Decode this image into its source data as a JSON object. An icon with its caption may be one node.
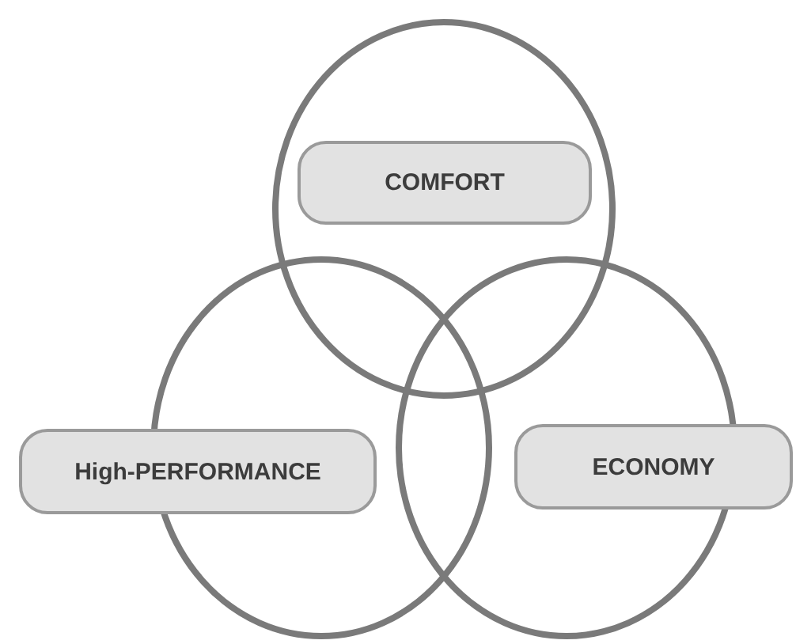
{
  "diagram": {
    "nodes": [
      {
        "text": [],
        "shape": "circle"
      },
      {
        "text": [
          "COMFORT"
        ],
        "in": 0
      },
      {
        "text": [],
        "shape": "circle"
      },
      {
        "text": [],
        "shape": "circle"
      },
      {
        "text": [
          "High-PERFORMANCE"
        ]
      },
      {
        "text": [
          "ECONOMY"
        ]
      }
    ]
  }
}
